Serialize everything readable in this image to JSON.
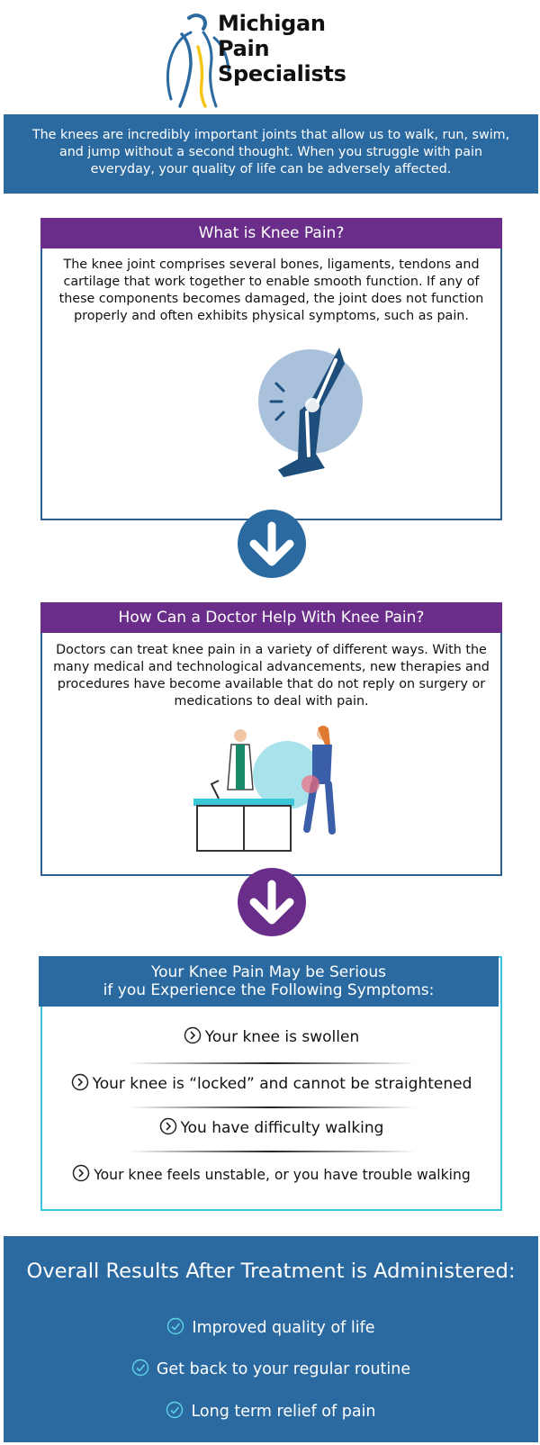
{
  "logo": {
    "line1": "Michigan",
    "line2": "Pain",
    "line3": "Specialists"
  },
  "intro": {
    "text": "The knees are incredibly important joints that allow us to walk, run, swim, and jump without a second thought. When you struggle with pain everyday, your quality of life can be adversely affected."
  },
  "section1": {
    "title": "What is Knee Pain?",
    "body": "The knee joint comprises several bones, ligaments, tendons and cartilage that work together to enable smooth function. If any of these components becomes damaged, the joint does not function properly and often exhibits physical symptoms, such as pain."
  },
  "section2": {
    "title": "How Can a Doctor Help With Knee Pain?",
    "body": "Doctors can treat knee pain in a variety of different ways. With the many medical and technological advancements, new therapies and procedures have become available that do not reply on surgery or medications to deal with pain."
  },
  "symptoms": {
    "title_line1": "Your Knee Pain May be Serious",
    "title_line2": "if you Experience the Following Symptoms:",
    "items": [
      "Your knee is swollen",
      "Your knee is “locked” and cannot be straightened",
      "You have difficulty walking",
      "Your knee feels unstable, or you have trouble walking"
    ]
  },
  "results": {
    "title": "Overall Results After Treatment is Administered:",
    "items": [
      "Improved quality of life",
      "Get back to your regular routine",
      "Long term relief of pain"
    ]
  },
  "colors": {
    "blue": "#2b6aa0",
    "purple": "#6a2e8a",
    "teal": "#3ac7d9",
    "logo_yellow": "#f5c518"
  },
  "icons": {
    "arrow1": "arrow-down-icon",
    "arrow2": "arrow-down-icon",
    "symptom_bullet": "chevron-circle-right-icon",
    "result_bullet": "check-circle-icon"
  }
}
